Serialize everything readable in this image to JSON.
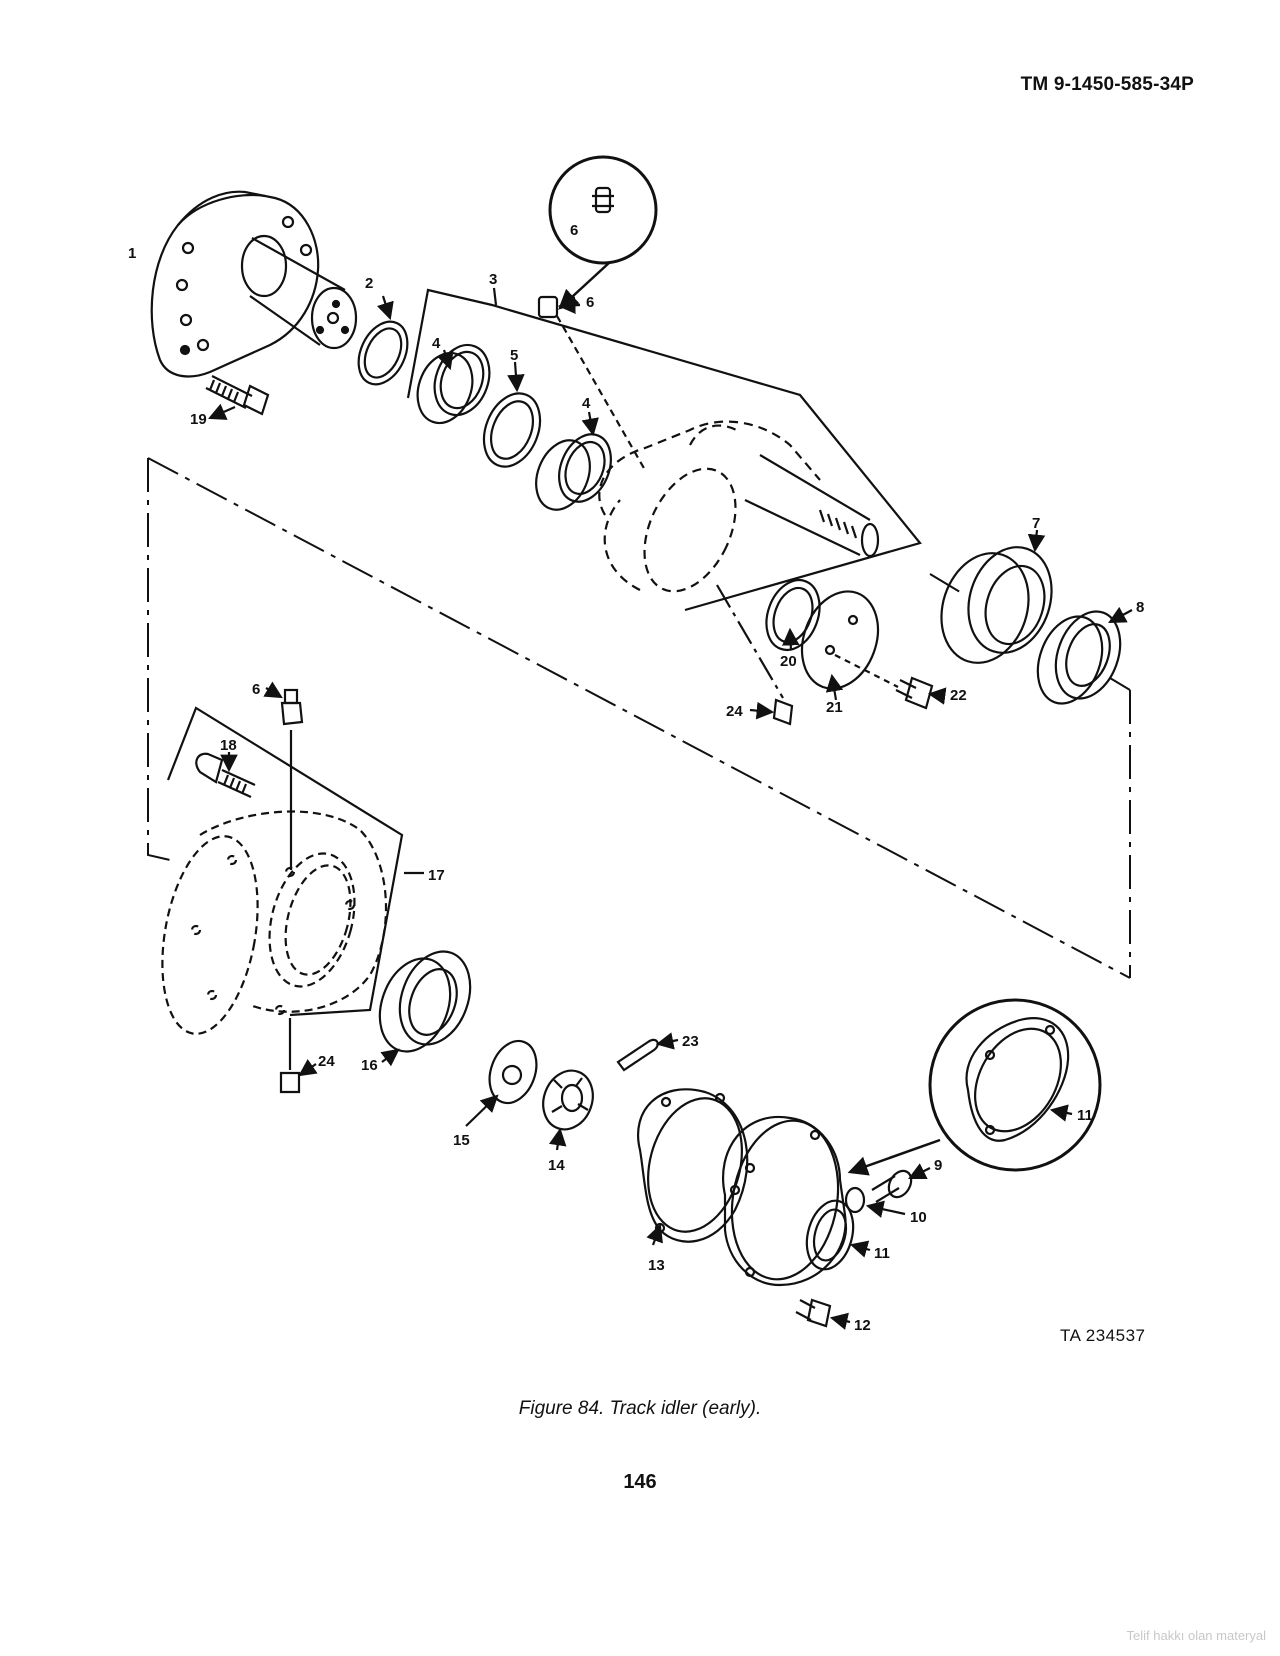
{
  "header": {
    "doc_number": "TM 9-1450-585-34P"
  },
  "figure": {
    "callouts": [
      "1",
      "2",
      "3",
      "4",
      "5",
      "4",
      "6",
      "6",
      "7",
      "8",
      "20",
      "21",
      "22",
      "24",
      "6",
      "18",
      "17",
      "16",
      "15",
      "14",
      "13",
      "23",
      "11",
      "9",
      "10",
      "11",
      "12",
      "24",
      "19"
    ],
    "ta_code": "TA 234537"
  },
  "caption": "Figure 84.  Track idler (early).",
  "page_number": "146",
  "watermark": "Telif hakkı olan materyal"
}
